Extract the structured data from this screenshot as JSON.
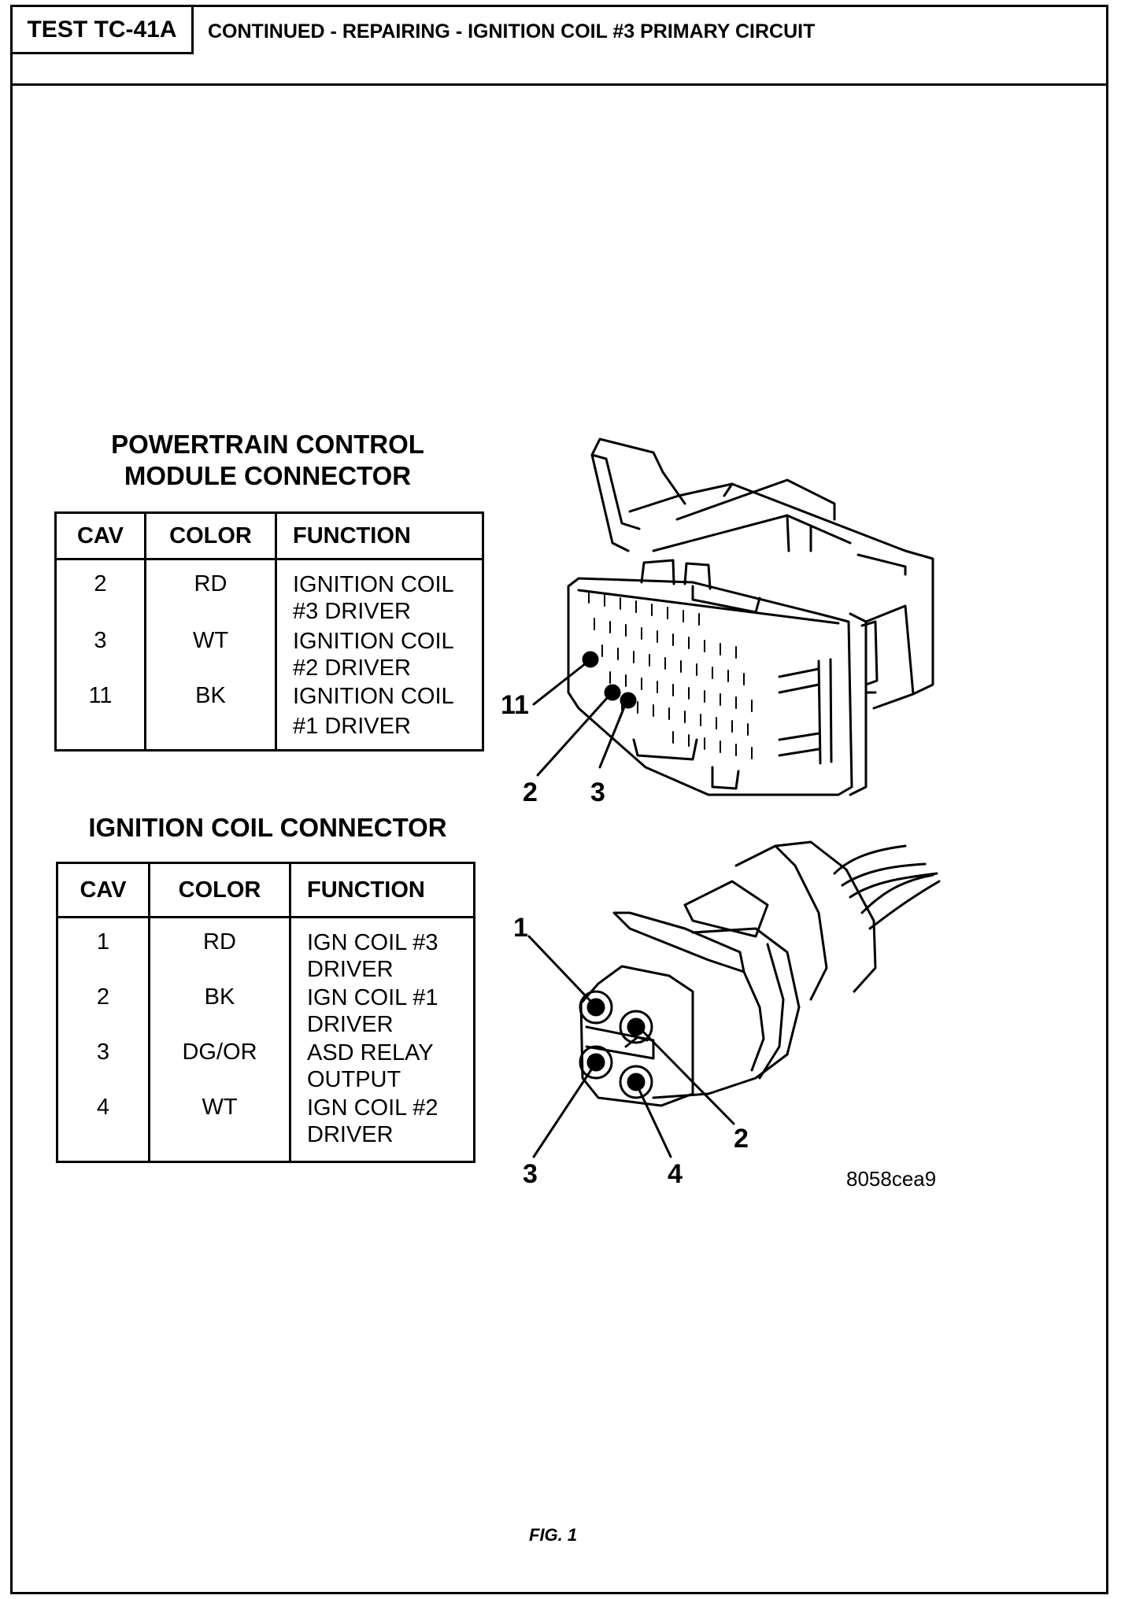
{
  "header": {
    "test_id": "TEST TC-41A",
    "title": "CONTINUED - REPAIRING - IGNITION COIL #3 PRIMARY CIRCUIT"
  },
  "pcm": {
    "title_line1": "POWERTRAIN CONTROL",
    "title_line2": "MODULE CONNECTOR",
    "headers": [
      "CAV",
      "COLOR",
      "FUNCTION"
    ],
    "rows": [
      {
        "cav": "2",
        "color": "RD",
        "fn1": "IGNITION COIL",
        "fn2": "#3 DRIVER"
      },
      {
        "cav": "3",
        "color": "WT",
        "fn1": "IGNITION COIL",
        "fn2": "#2 DRIVER"
      },
      {
        "cav": "11",
        "color": "BK",
        "fn1": "IGNITION COIL",
        "fn2": "#1 DRIVER"
      }
    ],
    "callouts": [
      "11",
      "2",
      "3"
    ]
  },
  "coil": {
    "title": "IGNITION COIL CONNECTOR",
    "headers": [
      "CAV",
      "COLOR",
      "FUNCTION"
    ],
    "rows": [
      {
        "cav": "1",
        "color": "RD",
        "fn1": "IGN COIL #3",
        "fn2": "DRIVER"
      },
      {
        "cav": "2",
        "color": "BK",
        "fn1": "IGN COIL #1",
        "fn2": "DRIVER"
      },
      {
        "cav": "3",
        "color": "DG/OR",
        "fn1": "ASD RELAY",
        "fn2": "OUTPUT"
      },
      {
        "cav": "4",
        "color": "WT",
        "fn1": "IGN COIL #2",
        "fn2": "DRIVER"
      }
    ],
    "callouts": [
      "1",
      "2",
      "3",
      "4"
    ]
  },
  "figure_code": "8058cea9",
  "figure_label": "FIG. 1"
}
